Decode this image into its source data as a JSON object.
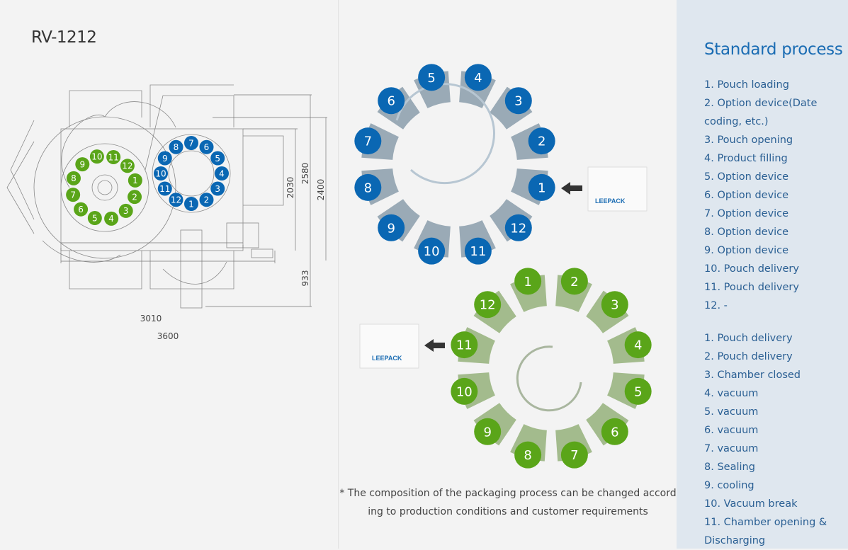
{
  "model": "RV-1212",
  "drawing": {
    "dimensions": {
      "w1": "3010",
      "w2": "3600",
      "h1": "2030",
      "h2": "2580",
      "h3": "2400",
      "h4": "933"
    },
    "green_nodes": [
      "1",
      "2",
      "3",
      "4",
      "5",
      "6",
      "7",
      "8",
      "9",
      "10",
      "11",
      "12"
    ],
    "blue_nodes": [
      "1",
      "2",
      "3",
      "4",
      "5",
      "6",
      "7",
      "8",
      "9",
      "10",
      "11",
      "12"
    ]
  },
  "flow": {
    "blue_ring_nodes": [
      "1",
      "2",
      "3",
      "4",
      "5",
      "6",
      "7",
      "8",
      "9",
      "10",
      "11",
      "12"
    ],
    "green_ring_nodes": [
      "1",
      "2",
      "3",
      "4",
      "5",
      "6",
      "7",
      "8",
      "9",
      "10",
      "11",
      "12"
    ],
    "pouch_brand": "LEEPACK"
  },
  "colors": {
    "blue": "#0a67b3",
    "green": "#5aa519",
    "blue_ring": "#9aaab6",
    "green_ring": "#a3bb8d"
  },
  "note": {
    "line1": "* The composition of the packaging process can be changed accord",
    "line2": "ing to production conditions and customer requirements"
  },
  "side": {
    "title": "Standard process",
    "list1": [
      "1. Pouch loading",
      "2. Option device(Date coding, etc.)",
      "3. Pouch opening",
      "4. Product filling",
      "5. Option device",
      "6. Option device",
      "7. Option device",
      "8. Option device",
      "9. Option device",
      "10. Pouch delivery",
      "11. Pouch delivery",
      "12. -"
    ],
    "list2": [
      "1. Pouch delivery",
      "2. Pouch delivery",
      "3. Chamber closed",
      "4. vacuum",
      "5. vacuum",
      "6. vacuum",
      "7. vacuum",
      "8. Sealing",
      "9. cooling",
      "10. Vacuum break",
      "11. Chamber opening & Discharging"
    ]
  }
}
